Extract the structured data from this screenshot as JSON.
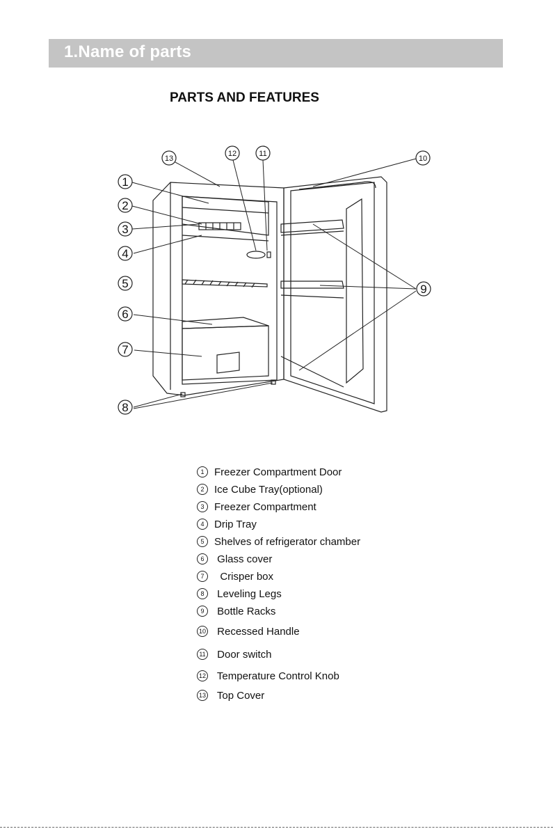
{
  "section": {
    "title": "1.Name of parts"
  },
  "heading": "PARTS AND FEATURES",
  "callouts": {
    "c1": "1",
    "c2": "2",
    "c3": "3",
    "c4": "4",
    "c5": "5",
    "c6": "6",
    "c7": "7",
    "c8": "8",
    "c9": "9",
    "c10": "10",
    "c11": "11",
    "c12": "12",
    "c13": "13"
  },
  "parts": [
    {
      "num": "1",
      "label": "Freezer Compartment Door"
    },
    {
      "num": "2",
      "label": "Ice Cube Tray(optional)"
    },
    {
      "num": "3",
      "label": "Freezer Compartment"
    },
    {
      "num": "4",
      "label": "Drip Tray"
    },
    {
      "num": "5",
      "label": "Shelves of refrigerator chamber"
    },
    {
      "num": "6",
      "label": " Glass cover"
    },
    {
      "num": "7",
      "label": "  Crisper box"
    },
    {
      "num": "8",
      "label": " Leveling Legs"
    },
    {
      "num": "9",
      "label": " Bottle Racks"
    },
    {
      "num": "10",
      "label": " Recessed Handle"
    },
    {
      "num": "11",
      "label": " Door switch"
    },
    {
      "num": "12",
      "label": " Temperature Control Knob"
    },
    {
      "num": "13",
      "label": " Top Cover"
    }
  ]
}
